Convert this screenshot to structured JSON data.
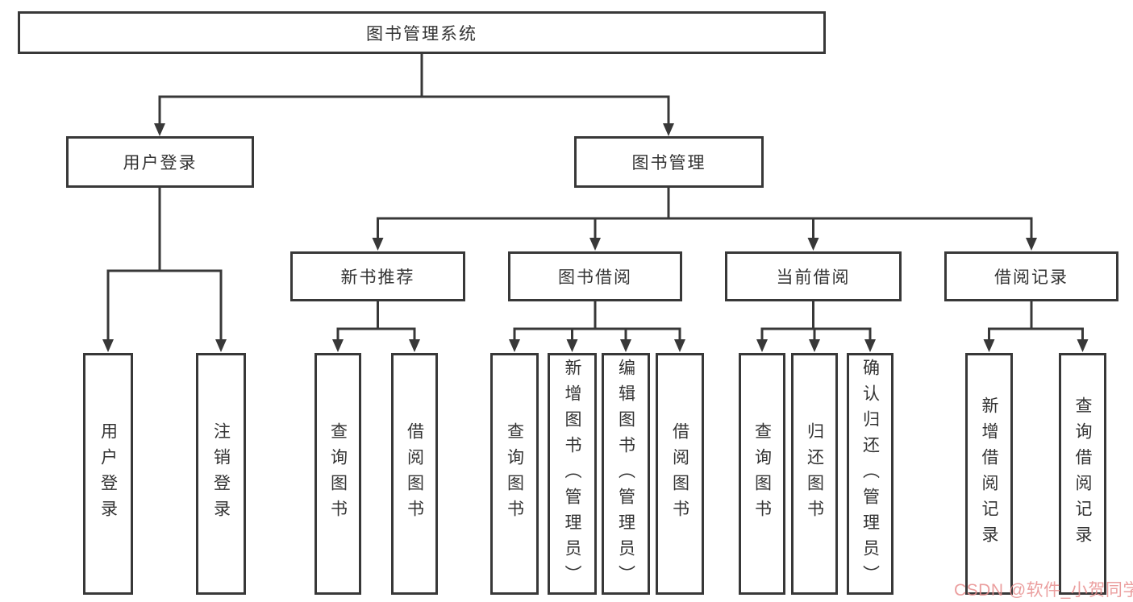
{
  "tree": {
    "root": {
      "label": "图书管理系统",
      "children": [
        {
          "label": "用户登录",
          "children": [
            {
              "label": "用户登录"
            },
            {
              "label": "注销登录"
            }
          ]
        },
        {
          "label": "图书管理",
          "children": [
            {
              "label": "新书推荐",
              "children": [
                {
                  "label": "查询图书"
                },
                {
                  "label": "借阅图书"
                }
              ]
            },
            {
              "label": "图书借阅",
              "children": [
                {
                  "label": "查询图书"
                },
                {
                  "label": "新增图书（管理员）"
                },
                {
                  "label": "编辑图书（管理员）"
                },
                {
                  "label": "借阅图书"
                }
              ]
            },
            {
              "label": "当前借阅",
              "children": [
                {
                  "label": "查询图书"
                },
                {
                  "label": "归还图书"
                },
                {
                  "label": "确认归还（管理员）"
                }
              ]
            },
            {
              "label": "借阅记录",
              "children": [
                {
                  "label": "新增借阅记录"
                },
                {
                  "label": "查询借阅记录"
                }
              ]
            }
          ]
        }
      ]
    }
  },
  "watermark": {
    "text": "CSDN @软件_小贺同学",
    "color": "#e78e8e"
  },
  "colors": {
    "line": "#383838",
    "text": "#333333",
    "background": "#ffffff"
  }
}
